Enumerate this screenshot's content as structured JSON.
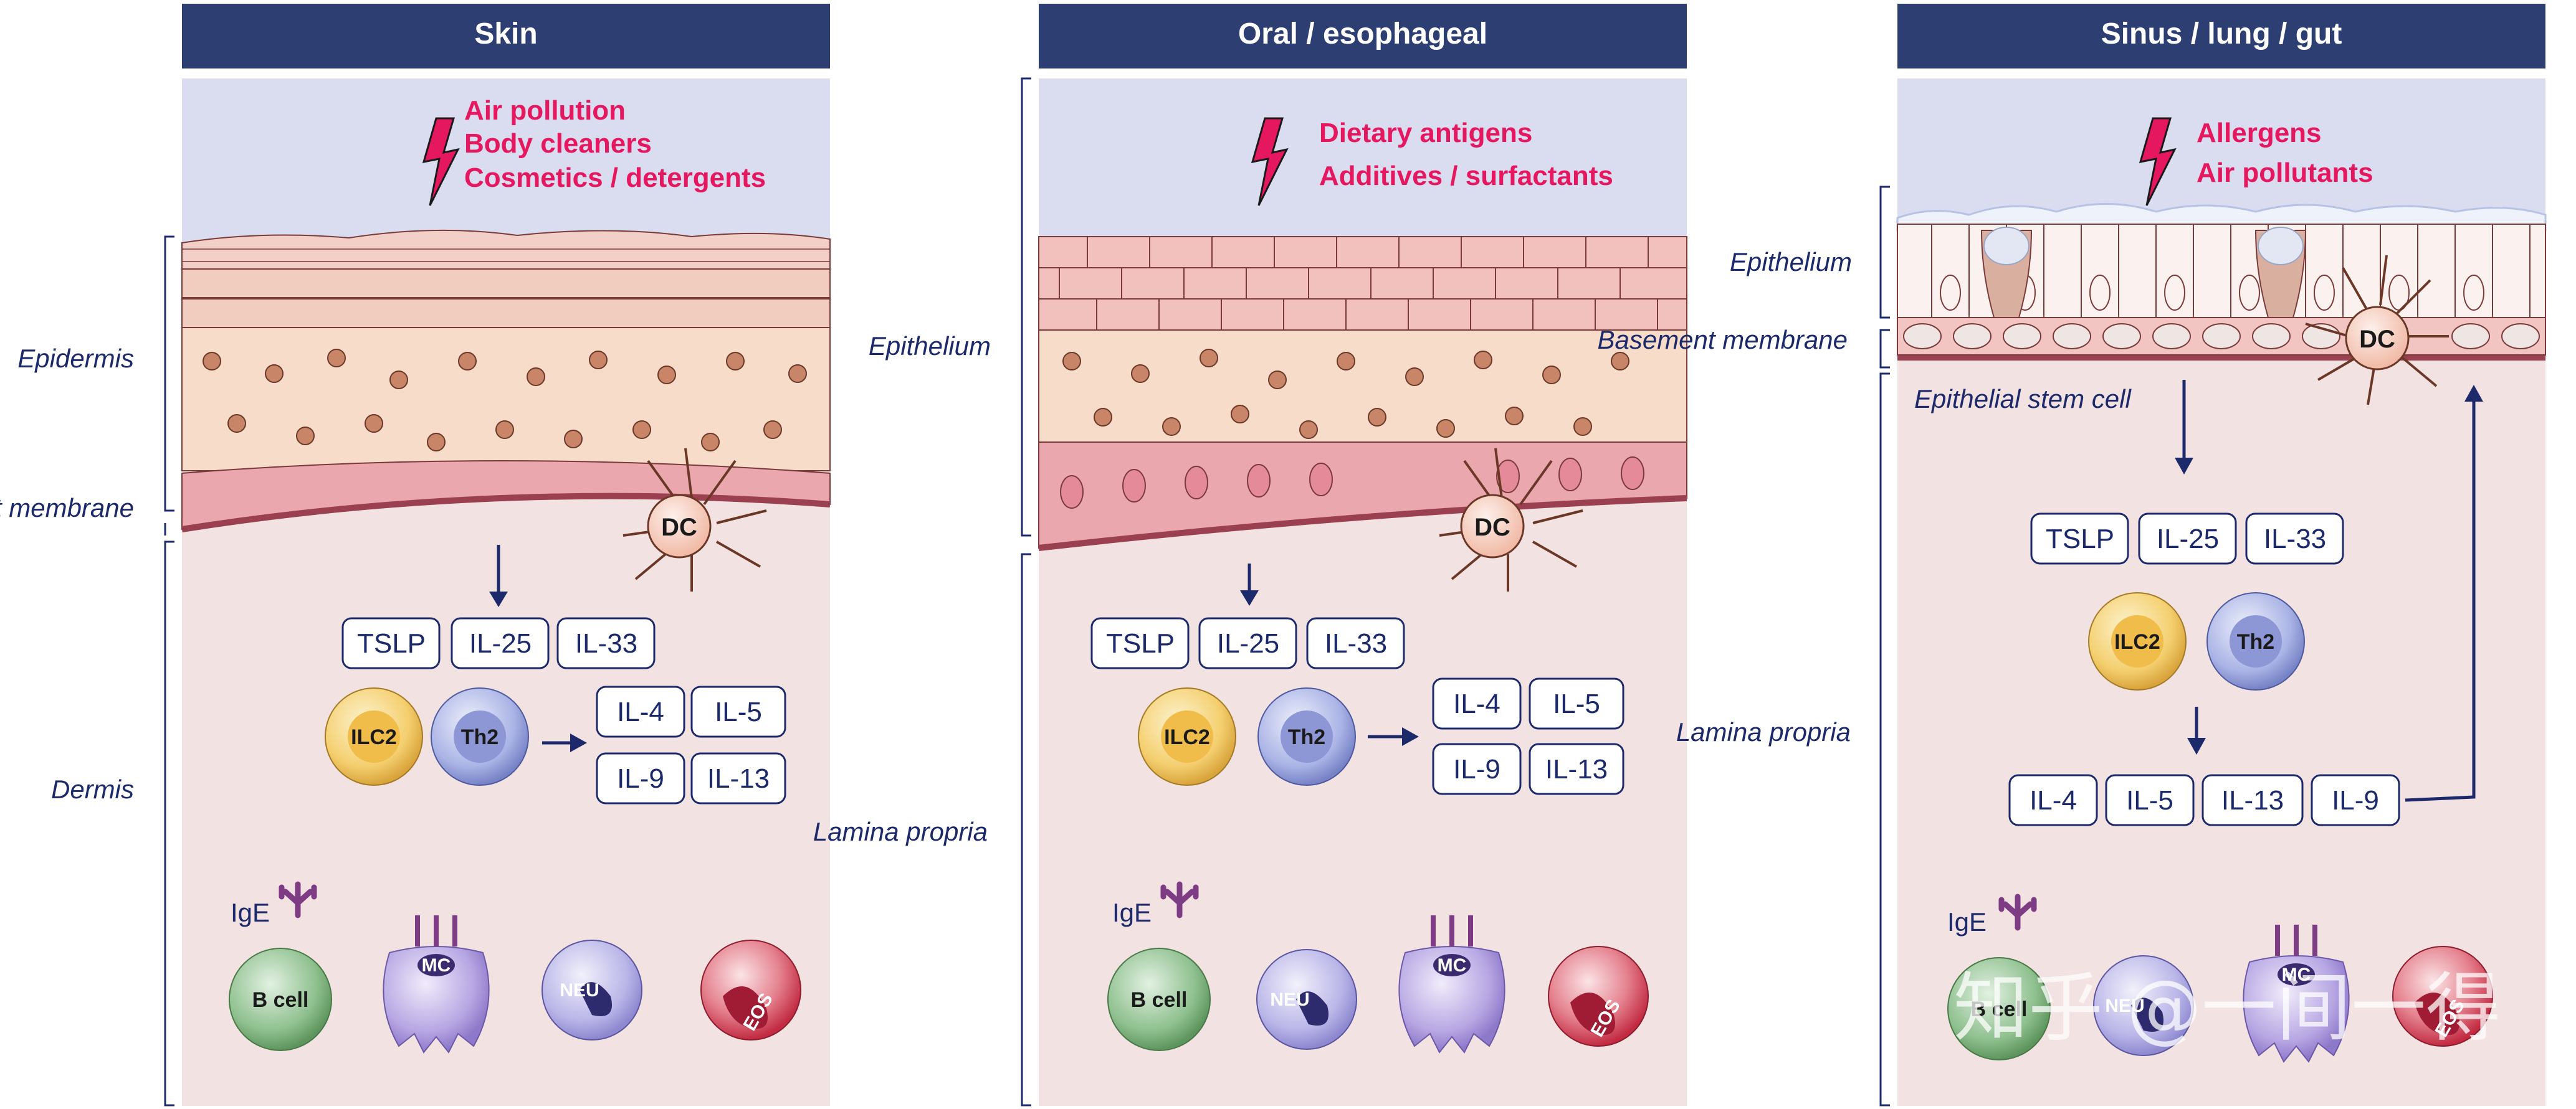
{
  "panels": [
    {
      "title": "Skin",
      "triggers": [
        "Air pollution",
        "Body cleaners",
        "Cosmetics / detergents"
      ],
      "layers": [
        "Epidermis",
        "Basement membrane",
        "Dermis"
      ],
      "dc": "DC",
      "cytokines_upstream": [
        "TSLP",
        "IL-25",
        "IL-33"
      ],
      "lymphocytes": [
        "ILC2",
        "Th2"
      ],
      "cytokines_downstream": [
        "IL-4",
        "IL-5",
        "IL-9",
        "IL-13"
      ],
      "ige": "IgE",
      "effector_cells": [
        "B cell",
        "MC",
        "NEU",
        "EOS"
      ]
    },
    {
      "title": "Oral / esophageal",
      "triggers": [
        "Dietary antigens",
        "Additives / surfactants"
      ],
      "layers": [
        "Epithelium",
        "Lamina propria"
      ],
      "dc": "DC",
      "cytokines_upstream": [
        "TSLP",
        "IL-25",
        "IL-33"
      ],
      "lymphocytes": [
        "ILC2",
        "Th2"
      ],
      "cytokines_downstream": [
        "IL-4",
        "IL-5",
        "IL-9",
        "IL-13"
      ],
      "ige": "IgE",
      "effector_cells": [
        "B cell",
        "NEU",
        "MC",
        "EOS"
      ]
    },
    {
      "title": "Sinus / lung / gut",
      "triggers": [
        "Allergens",
        "Air pollutants"
      ],
      "layers": [
        "Epithelium",
        "Basement membrane",
        "Lamina propria"
      ],
      "stem_cell_label": "Epithelial stem cell",
      "dc": "DC",
      "cytokines_upstream": [
        "TSLP",
        "IL-25",
        "IL-33"
      ],
      "lymphocytes": [
        "ILC2",
        "Th2"
      ],
      "cytokines_downstream": [
        "IL-4",
        "IL-5",
        "IL-13",
        "IL-9"
      ],
      "ige": "IgE",
      "effector_cells": [
        "B cell",
        "NEU",
        "MC",
        "EOS"
      ]
    }
  ],
  "watermark": "知乎 @一间一得",
  "colors": {
    "header": "#2d3e72",
    "lumen": "#dadcf0",
    "tissue": "#f3e2e2",
    "trigger_text": "#e5175f",
    "label_text": "#1c2a6b",
    "ilc2": "#f4cf6f",
    "th2": "#aab4e6",
    "bcell": "#8fc08f",
    "mast_cell": "#b7a6e3",
    "neutrophil": "#b9b5e8",
    "eosinophil": "#d3394e",
    "dc": "#f6d2c5"
  }
}
